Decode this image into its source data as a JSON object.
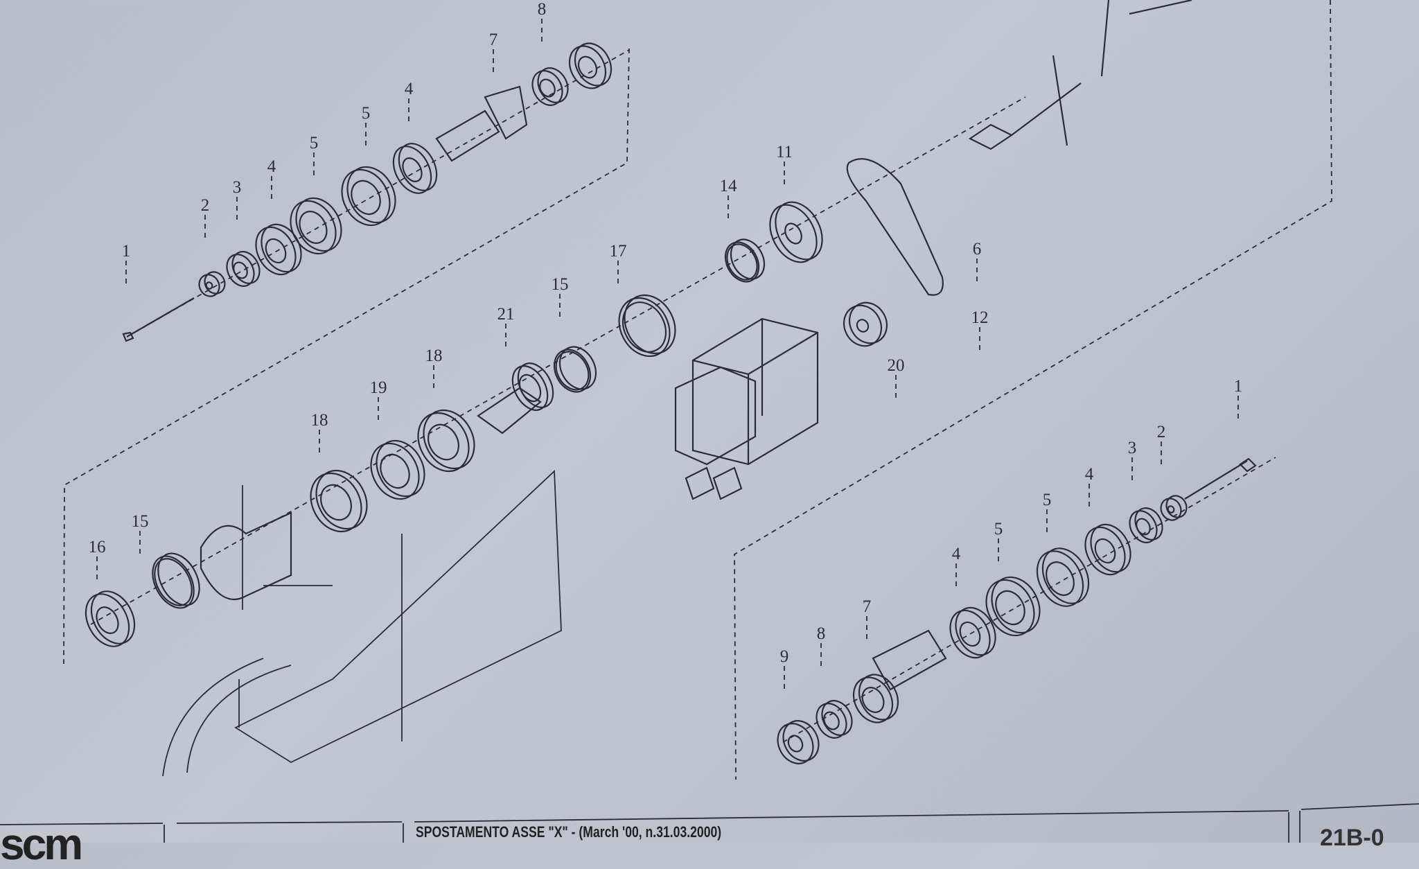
{
  "diagram": {
    "labels_top_left": [
      "1",
      "2",
      "3",
      "4",
      "5",
      "5",
      "4",
      "7",
      "8"
    ],
    "labels_middle": [
      "14",
      "11",
      "6",
      "12",
      "20",
      "17",
      "15",
      "21",
      "18",
      "19",
      "18",
      "15",
      "16"
    ],
    "labels_bottom_right": [
      "1",
      "2",
      "3",
      "4",
      "5",
      "5",
      "4",
      "7",
      "8",
      "9"
    ]
  },
  "footer": {
    "logo": "scm",
    "title": "SPOSTAMENTO ASSE \"X\" - (March '00, n.31.03.2000)",
    "code": "21B-0"
  }
}
